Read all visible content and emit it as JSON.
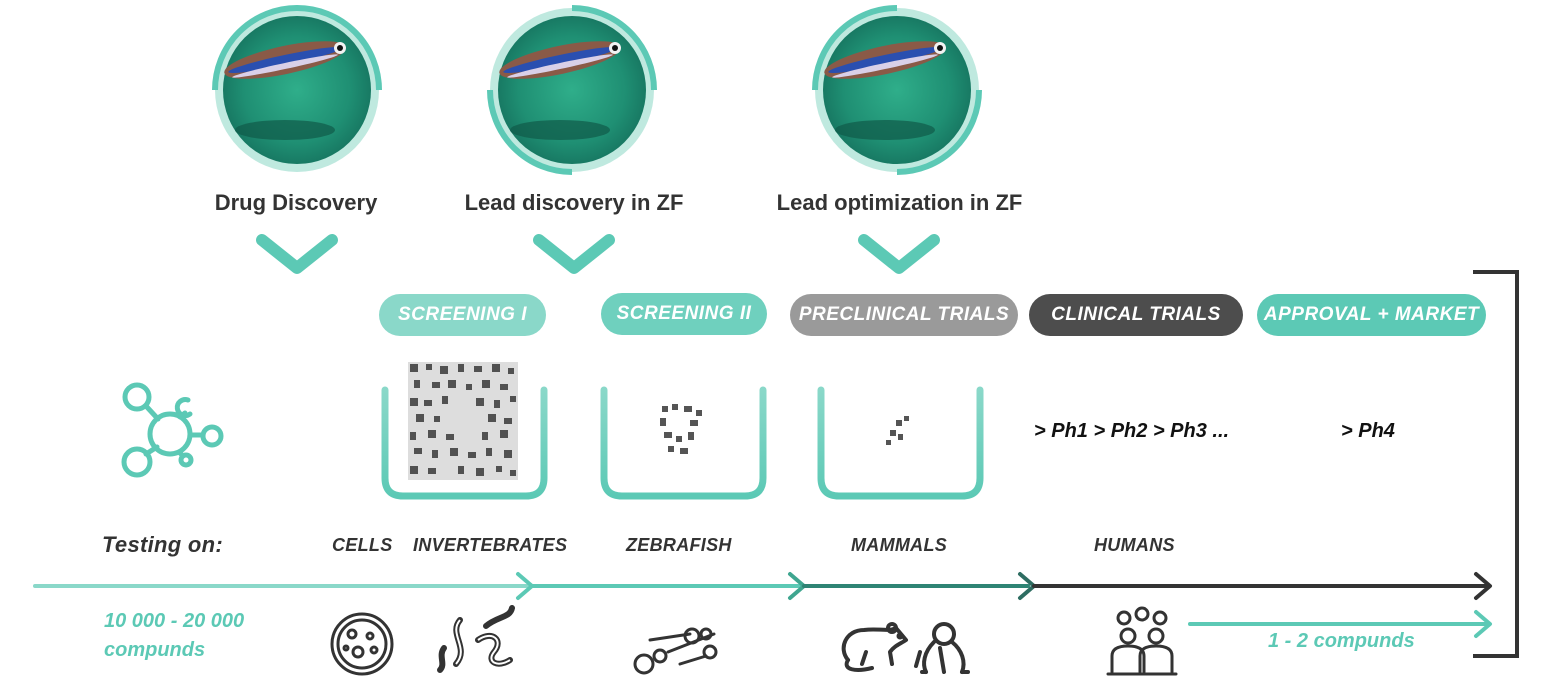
{
  "colors": {
    "teal": "#5cc9b5",
    "teal_light": "#8ad8c9",
    "teal_dark": "#2e8474",
    "grey": "#9a9a9a",
    "dark": "#4d4d4d",
    "black": "#333333"
  },
  "stages": [
    {
      "title": "Drug Discovery"
    },
    {
      "title": "Lead discovery in ZF"
    },
    {
      "title": "Lead optimization in ZF"
    }
  ],
  "pills": [
    {
      "label": "SCREENING I"
    },
    {
      "label": "SCREENING II"
    },
    {
      "label": "PRECLINICAL TRIALS"
    },
    {
      "label": "CLINICAL TRIALS"
    },
    {
      "label": "APPROVAL + MARKET"
    }
  ],
  "phases": {
    "clinical": "> Ph1 > Ph2 > Ph3 ...",
    "market": "> Ph4"
  },
  "testing_label": "Testing on:",
  "organisms": {
    "cells": "CELLS",
    "invertebrates": "INVERTEBRATES",
    "zebrafish": "ZEBRAFISH",
    "mammals": "MAMMALS",
    "humans": "HUMANS"
  },
  "compounds_start": [
    "10 000 - 20 000",
    "compunds"
  ],
  "compounds_end": "1 - 2 compunds",
  "icons": [
    "molecule-icon",
    "petri-dish-icon",
    "worms-icon",
    "zebrafish-larvae-icon",
    "rat-icon",
    "monkey-icon",
    "people-icon",
    "well-icon"
  ]
}
